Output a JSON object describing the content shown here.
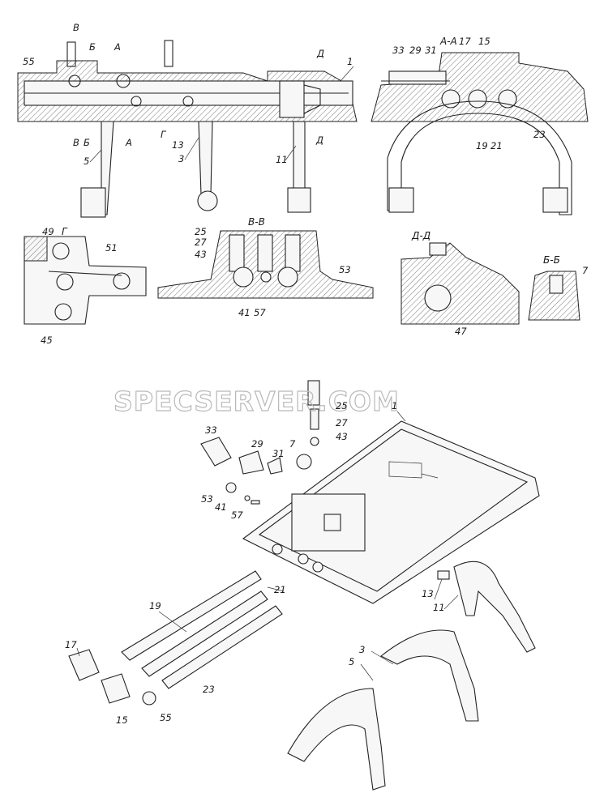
{
  "watermark": "SPECSERVER.COM",
  "section_labels": {
    "aa": "А-А",
    "bb": "Б-Б",
    "vv": "В-В",
    "dd": "Д-Д",
    "g": "Г"
  },
  "cut_marks": [
    "В",
    "Б",
    "А",
    "Д",
    "В",
    "Б",
    "А",
    "Г",
    "Д"
  ],
  "callouts": {
    "top_view": [
      "55",
      "1",
      "13",
      "3",
      "5",
      "11"
    ],
    "section_aa": [
      "33",
      "29",
      "31",
      "17",
      "15",
      "19",
      "21",
      "23"
    ],
    "view_g": [
      "49",
      "51",
      "45"
    ],
    "section_vv": [
      "25",
      "27",
      "43",
      "53",
      "41",
      "57"
    ],
    "section_dd": [
      "47"
    ],
    "section_bb": [
      "7"
    ],
    "exploded": [
      "25",
      "1",
      "27",
      "43",
      "33",
      "29",
      "31",
      "7",
      "53",
      "41",
      "57",
      "21",
      "13",
      "11",
      "19",
      "17",
      "3",
      "5",
      "23",
      "15",
      "55"
    ]
  }
}
